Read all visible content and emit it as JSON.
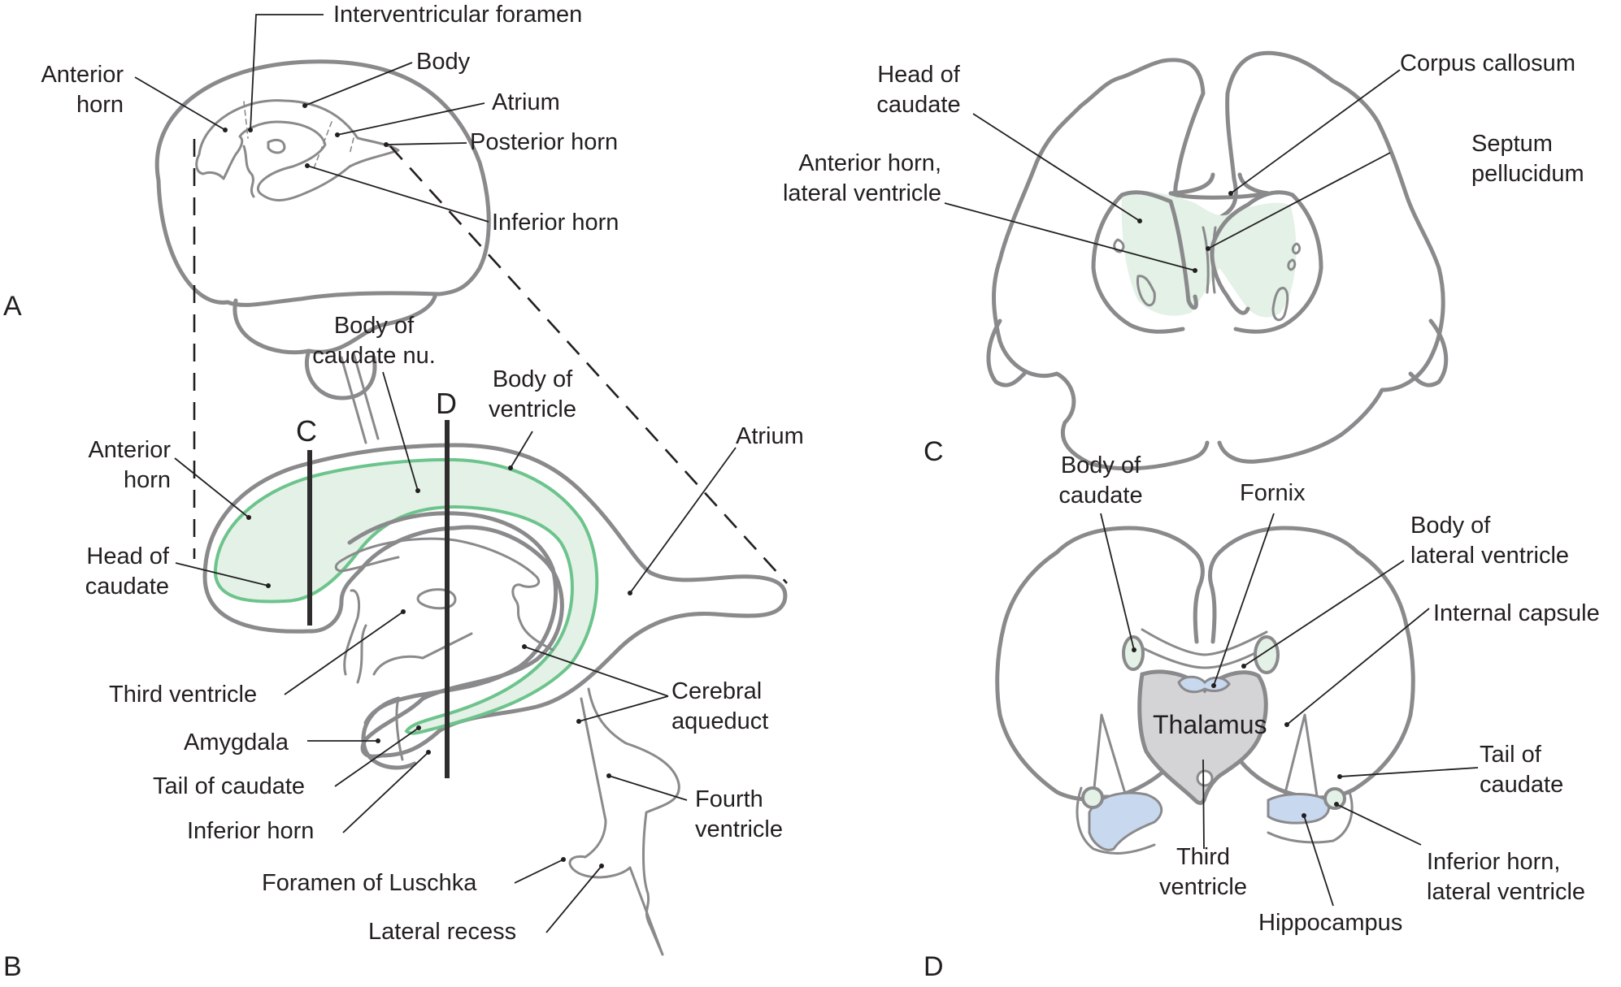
{
  "figure": {
    "panels": {
      "a": "A",
      "b": "B",
      "c": "C",
      "d": "D"
    },
    "cut_lines": {
      "c": "C",
      "d": "D"
    },
    "colors": {
      "outline": "#8a8a8c",
      "caudate_fill": "#e3f1e6",
      "caudate_stroke": "#6cc48c",
      "ventricle_blue": "#c8d8ee",
      "thalamus_gray": "#d4d4d6",
      "text": "#231f20"
    },
    "panel_a": {
      "interventricular_foramen": "Interventricular foramen",
      "anterior_horn": "Anterior\nhorn",
      "body": "Body",
      "atrium": "Atrium",
      "posterior_horn": "Posterior horn",
      "inferior_horn": "Inferior horn"
    },
    "panel_b": {
      "body_of_caudate_nu": "Body of\ncaudate nu.",
      "body_of_ventricle": "Body of\nventricle",
      "anterior_horn": "Anterior\nhorn",
      "head_of_caudate": "Head of\ncaudate",
      "atrium": "Atrium",
      "third_ventricle": "Third ventricle",
      "cerebral_aqueduct": "Cerebral\naqueduct",
      "amygdala": "Amygdala",
      "tail_of_caudate": "Tail of caudate",
      "inferior_horn": "Inferior horn",
      "fourth_ventricle": "Fourth\nventricle",
      "foramen_of_luschka": "Foramen of Luschka",
      "lateral_recess": "Lateral recess"
    },
    "panel_c": {
      "head_of_caudate": "Head of\ncaudate",
      "corpus_callosum": "Corpus callosum",
      "anterior_horn": "Anterior horn,\nlateral ventricle",
      "septum_pellucidum": "Septum\npellucidum"
    },
    "panel_d": {
      "body_of_caudate": "Body of\ncaudate",
      "fornix": "Fornix",
      "body_of_lateral_ventricle": "Body of\nlateral ventricle",
      "internal_capsule": "Internal capsule",
      "thalamus": "Thalamus",
      "tail_of_caudate": "Tail of\ncaudate",
      "third_ventricle": "Third\nventricle",
      "inferior_horn": "Inferior horn,\nlateral ventricle",
      "hippocampus": "Hippocampus"
    }
  }
}
